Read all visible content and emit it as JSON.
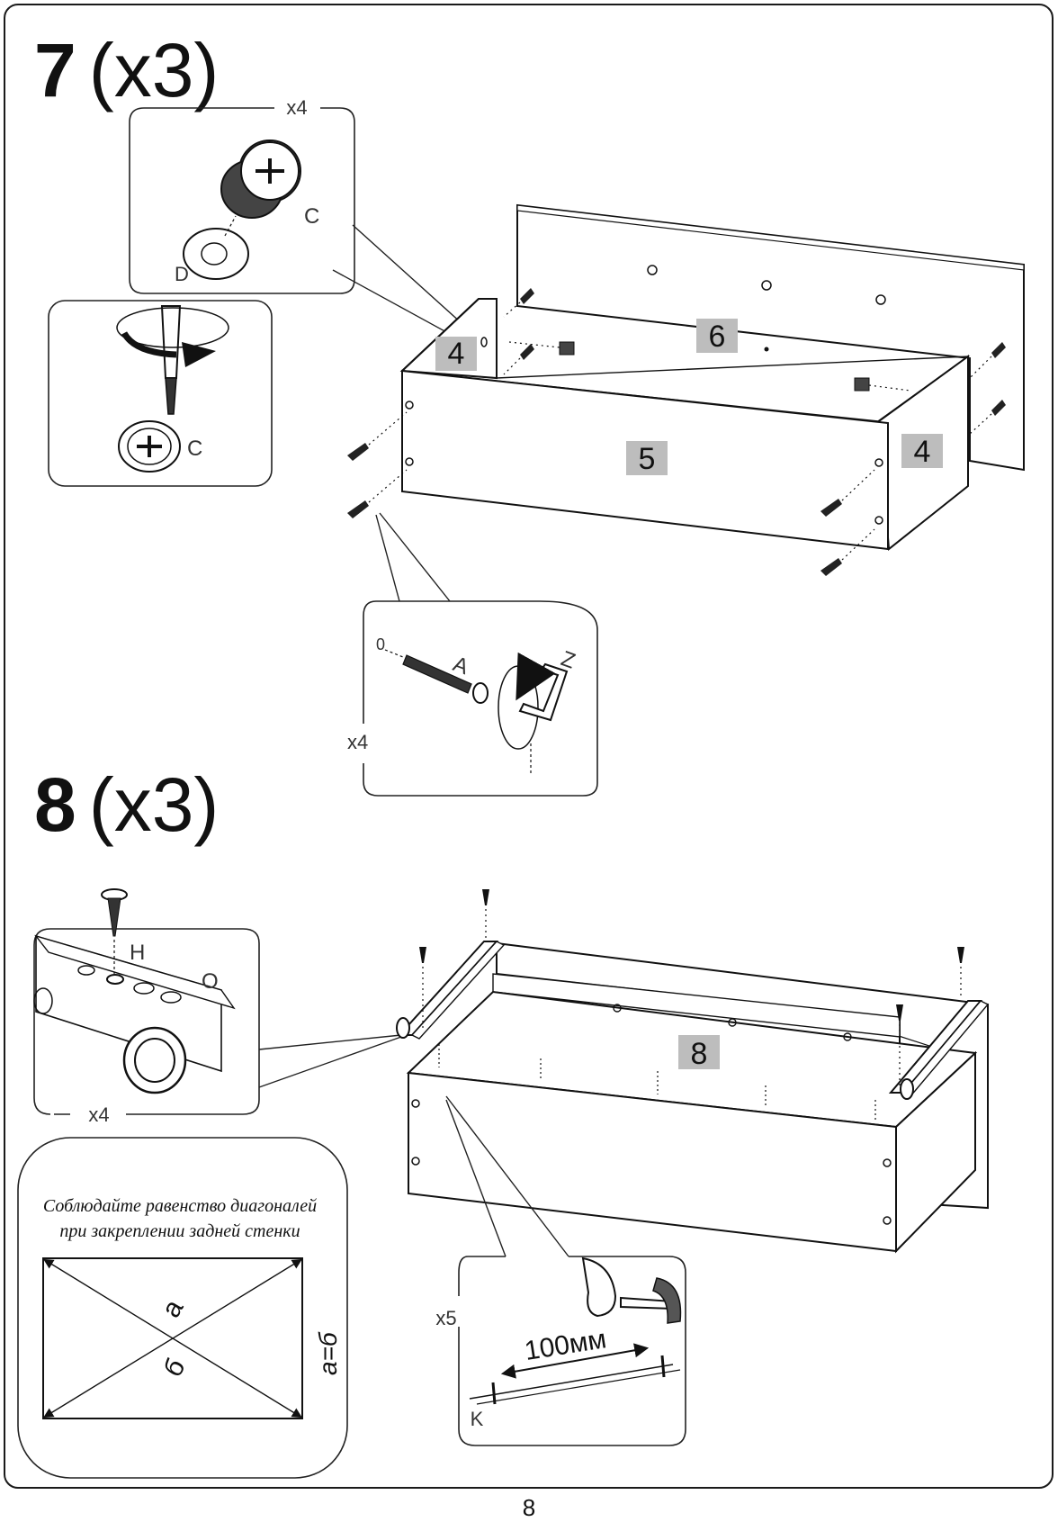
{
  "page": {
    "number": "8"
  },
  "steps": [
    {
      "number": "7",
      "count": "(x3)",
      "panel_labels": [
        "4",
        "6",
        "5",
        "4"
      ],
      "callouts": {
        "cam_fittings": {
          "qty": "x4",
          "part_c": "C",
          "part_d": "D"
        },
        "screwdriver": {
          "part_c": "C"
        },
        "dowel_hex": {
          "qty": "x4",
          "part_a": "A",
          "tool_z": "Z",
          "start_mark": "0"
        }
      }
    },
    {
      "number": "8",
      "count": "(x3)",
      "panel_label": "8",
      "callouts": {
        "rail_screw": {
          "qty": "x4",
          "part_h": "H",
          "part_o": "O"
        },
        "nailing": {
          "qty": "x5",
          "spacing": "100мм",
          "part_k": "K"
        }
      },
      "diagonal_note": {
        "line1": "Соблюдайте равенство диагоналей",
        "line2": "при закреплении задней стенки",
        "label_a": "a",
        "label_b": "б",
        "equation": "a=б"
      }
    }
  ]
}
